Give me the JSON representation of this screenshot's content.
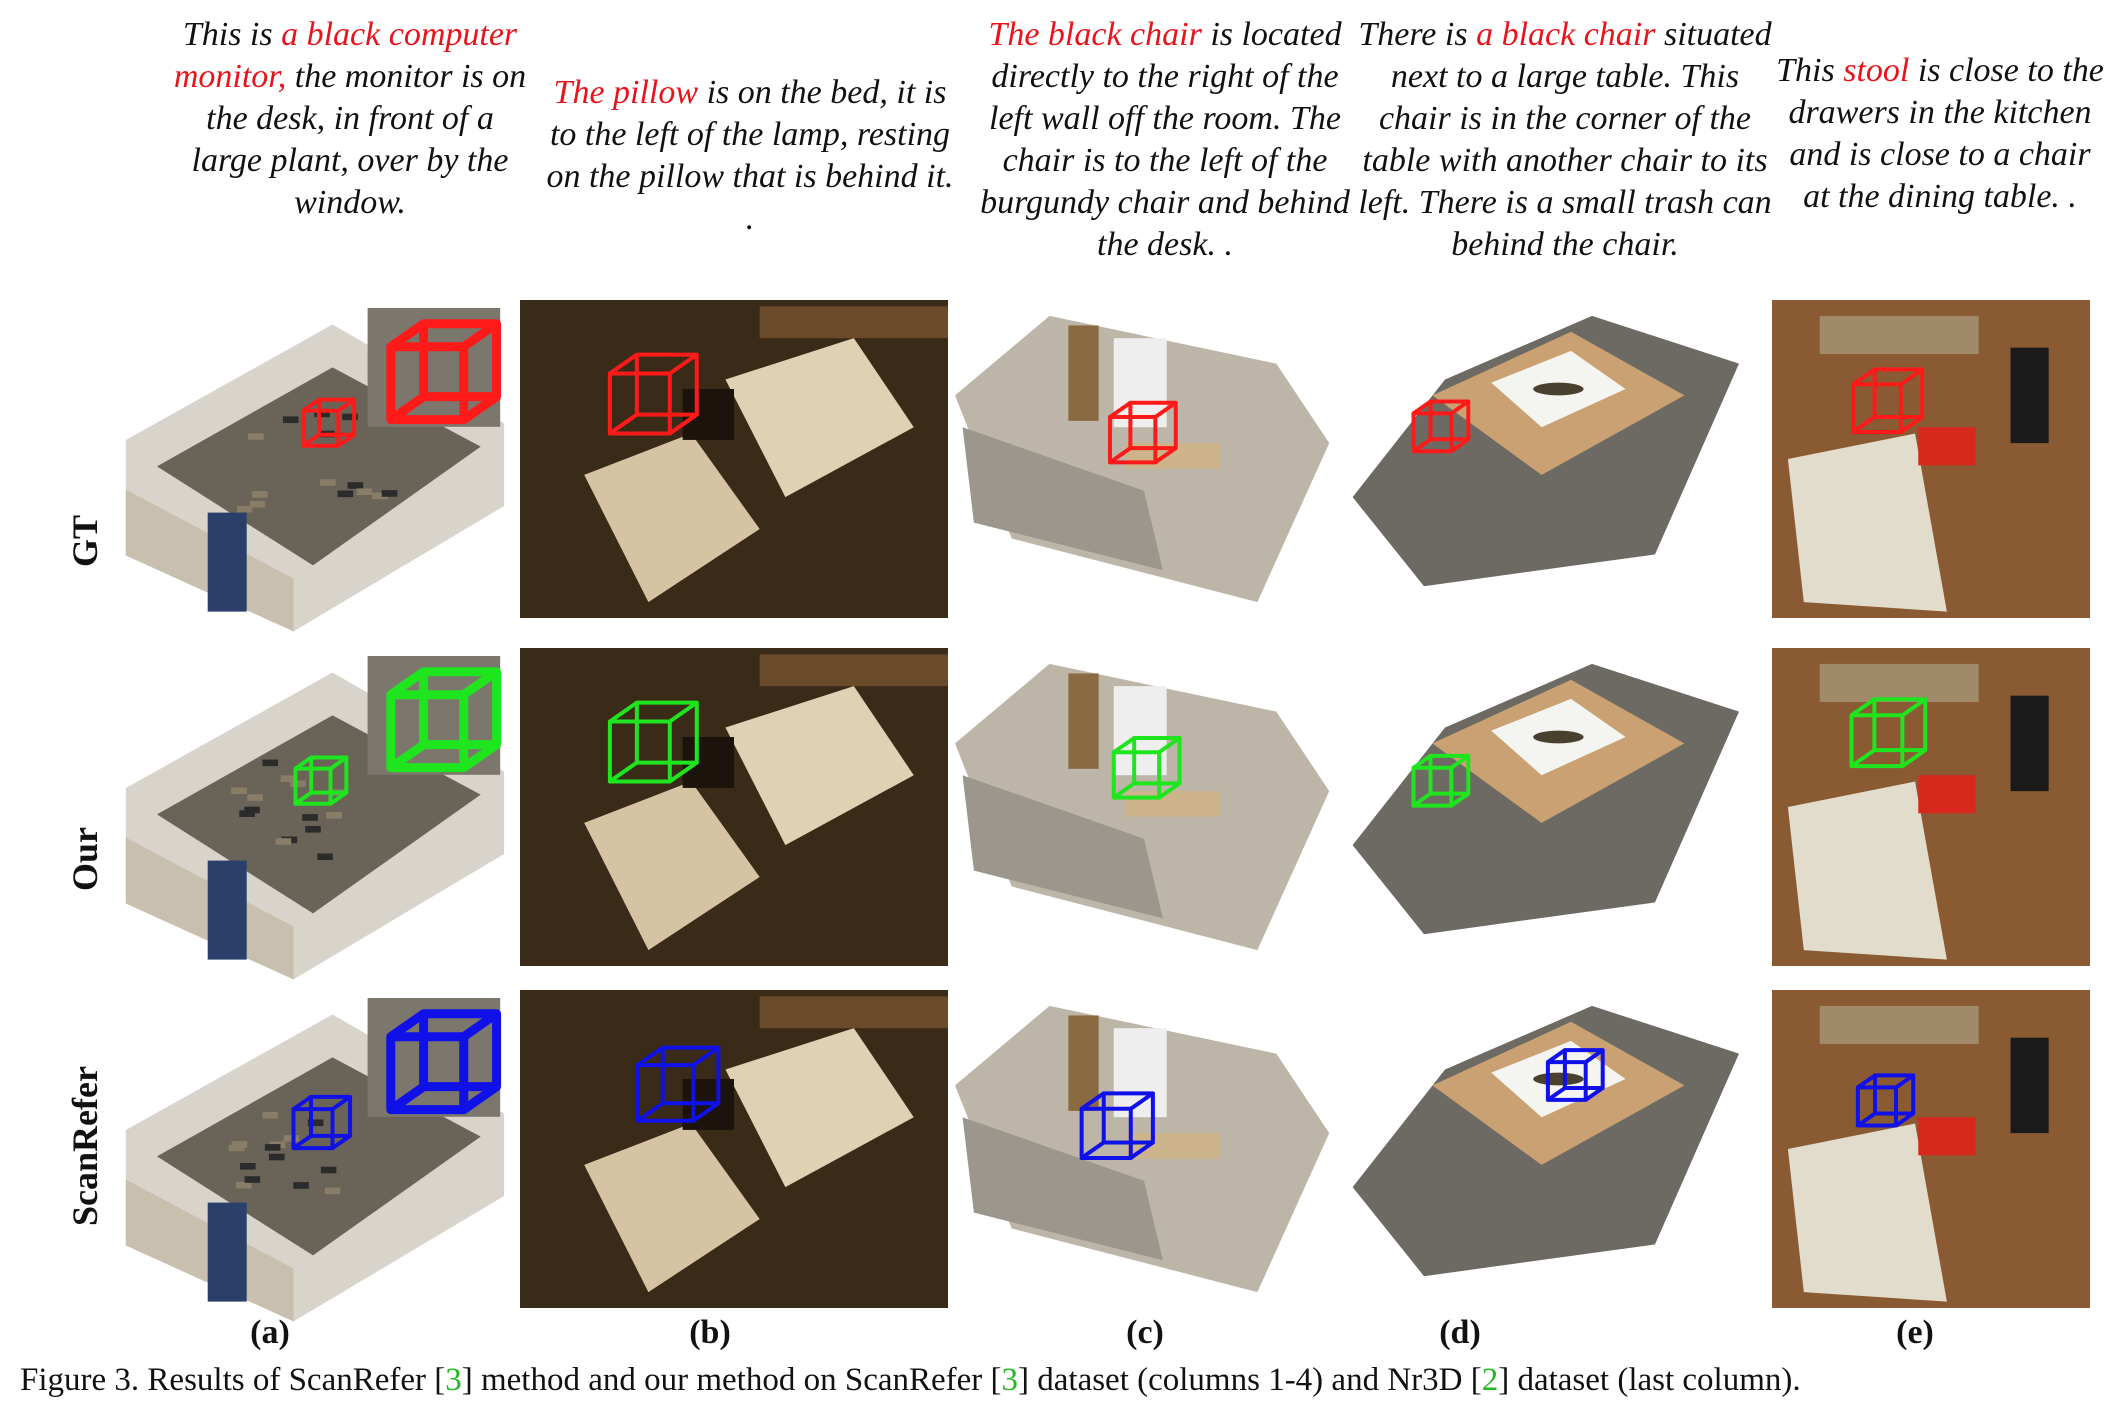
{
  "descriptions": {
    "a": {
      "pre": "This is ",
      "hl": "a black computer monitor,",
      "post": " the monitor is on the desk, in front of a large plant, over by the window."
    },
    "b": {
      "pre": "",
      "hl": "The pillow",
      "post": " is on the bed, it is to the left of the lamp, resting on the pillow that is behind it. ."
    },
    "c": {
      "pre": "",
      "hl": "The black chair",
      "post": " is located directly to the right of the left wall off the room. The chair is to the left of the burgundy chair and behind the desk. ."
    },
    "d": {
      "pre": "There is ",
      "hl": "a black chair",
      "post": " situated next to a large table. This chair is in the corner of the table with another chair to its left. There is a small trash can behind the chair."
    },
    "e": {
      "pre": "This ",
      "hl": "stool",
      "post": " is close to the drawers in the kitchen and is close to a chair at the dining table. ."
    }
  },
  "rows": [
    "GT",
    "Our",
    "ScanRefer"
  ],
  "columns": [
    "(a)",
    "(b)",
    "(c)",
    "(d)",
    "(e)"
  ],
  "box_colors": {
    "GT": "#ff1a1a",
    "Our": "#1fe51f",
    "ScanRefer": "#1010e8"
  },
  "icons": [
    "bounding-box-icon"
  ],
  "caption": {
    "part1": "Figure 3.  Results of ScanRefer [",
    "ref1": "3",
    "part2": "] method and our method on ScanRefer [",
    "ref2": "3",
    "part3": "] dataset (columns 1-4) and Nr3D [",
    "ref3": "2",
    "part4": "] dataset (last column)."
  }
}
